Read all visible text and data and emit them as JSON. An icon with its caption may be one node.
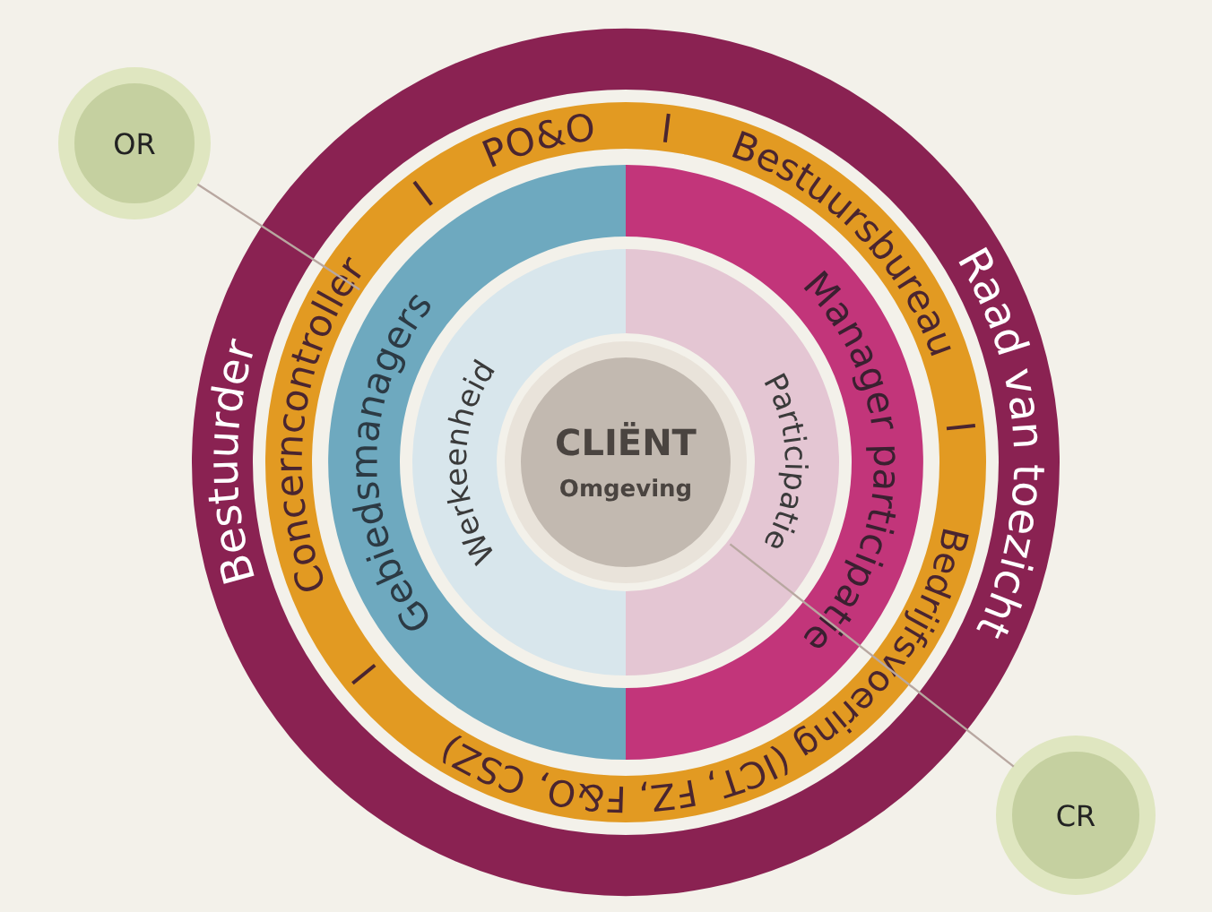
{
  "diagram": {
    "nodes": [
      {
        "text": [
          "OR"
        ]
      },
      {
        "text": [
          "Bestuurder",
          "Raad van toezicht"
        ]
      },
      {
        "text": [
          "Concerncontroller",
          "PO&O",
          "Bestuursbureau",
          "Bedrijfsvoering (ICT, FZ, F&O, CSZ)"
        ],
        "in": 1
      },
      {
        "text": [
          "Gebiedsmanagers"
        ],
        "in": 2
      },
      {
        "text": [
          "Manager participatie"
        ],
        "in": 2
      },
      {
        "text": [
          "Werkeenheid"
        ],
        "in": 3
      },
      {
        "text": [
          "Participatie"
        ],
        "in": 4
      },
      {
        "text": [
          "CLIËNT",
          "Omgeving"
        ],
        "in": 2
      },
      {
        "text": [
          "CR"
        ]
      }
    ],
    "edges": [
      {
        "from": 0,
        "to": 2,
        "arrow": "none"
      },
      {
        "from": 8,
        "to": 6,
        "arrow": "none"
      }
    ]
  }
}
